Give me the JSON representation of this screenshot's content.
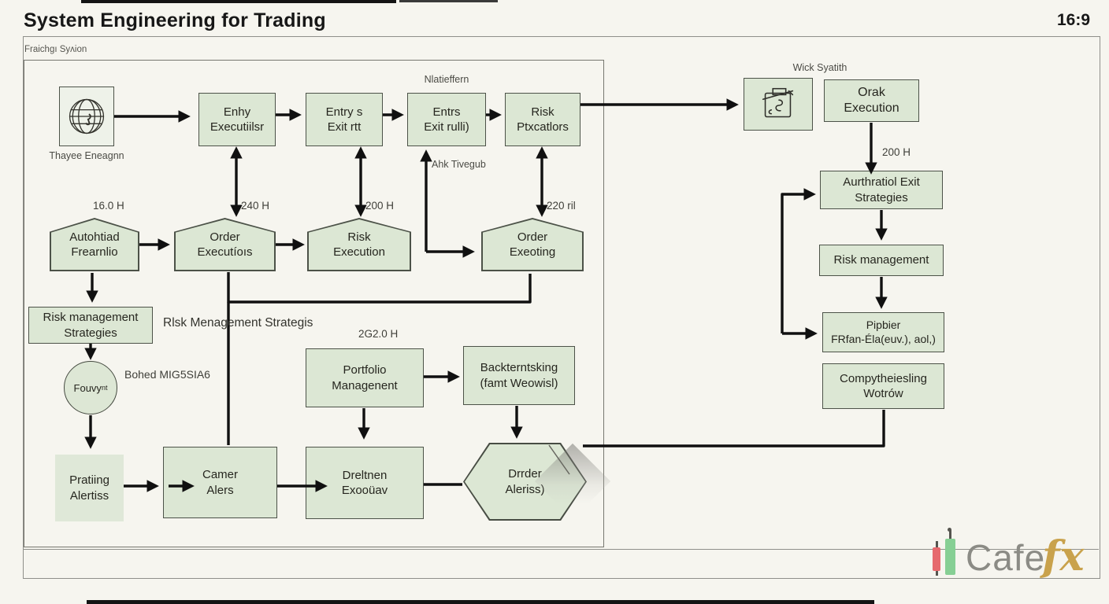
{
  "header": {
    "title": "System Engineering for Trading",
    "aspect_ratio": "16:9",
    "subtitle": "Fraichgı Syʌion"
  },
  "nodes": {
    "globe_caption": "Thayee Eneagnn",
    "b1": "Enhy\nExecutiilsr",
    "b2": "Entry s\nExit rtt",
    "b3": "Entrs\nExit rulli)",
    "b4": "Risk\nPtxcatlors",
    "b5": "Orak\nExecution",
    "p1": "Autohtiad\nFrearnlio",
    "p2": "Order\nExecutíoıs",
    "p3": "Risk\nExecution",
    "p4": "Order\nExeoting",
    "b6": "Risk management\nStrategies",
    "circle": "Fouvy",
    "circle_sup": "nt",
    "b7": "Pratiing\nAlertiss",
    "b8": "Camer\nAlers",
    "b9": "Dreltnen\nExooüav",
    "hex": "Drrder\nAleriss)",
    "b11": "Portfolio\nManagenent",
    "b12": "Backterntsking\n(famt Weowisl)",
    "b13": "Aurthratiol Exit\nStrategies",
    "b14": "Risk management",
    "b15": "Pipbier\nFRfan-Éla(euv.), aol,)",
    "b16": "Compytheiesling\nWotrów"
  },
  "edge_labels": {
    "h160": "16.0 H",
    "h240": "240 H",
    "h200": "200 H",
    "h220": "220 ril",
    "ahk": "Ahk Tivegub",
    "natieffern": "Nlatieffern",
    "wick_syatith": "Wick Syatith",
    "h200_right": "200 H",
    "h2620": "2G2.0 H",
    "risk_mgmt": "Rlsk Menagement Strategis",
    "bohed": "Bohed MIG5SIA6"
  },
  "watermark": {
    "brand": "Cafe",
    "suffix": "fx"
  },
  "colors": {
    "background": "#f6f5ef",
    "node_fill": "#dce7d4",
    "node_border": "#4c5248",
    "arrow": "#101010",
    "logo_gold": "#c9a24c",
    "candle_red": "#e66a6e",
    "candle_green": "#86cf94"
  }
}
